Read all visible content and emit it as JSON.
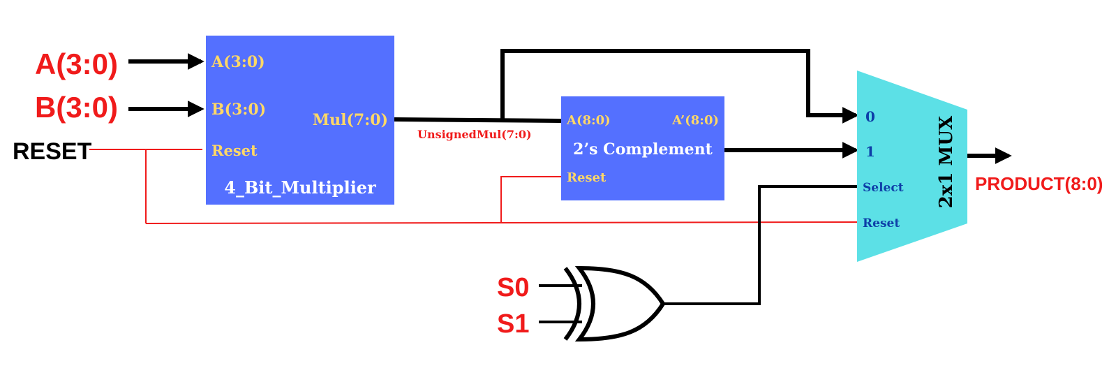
{
  "colors": {
    "block_fill": "#5470ff",
    "mux_fill": "#5ce0e6",
    "port_label": "#ffd866",
    "block_title": "#ffffff",
    "mux_label": "#0e3fa8",
    "external_label": "#f01b1b",
    "reset_wire": "#f01b1b",
    "data_wire": "#000000"
  },
  "inputs": {
    "a": "A(3:0)",
    "b": "B(3:0)",
    "reset": "RESET",
    "s0": "S0",
    "s1": "S1"
  },
  "output": {
    "product": "PRODUCT(8:0)"
  },
  "multiplier": {
    "title": "4_Bit_Multiplier",
    "port_a": "A(3:0)",
    "port_b": "B(3:0)",
    "port_reset": "Reset",
    "port_out": "Mul(7:0)"
  },
  "wire_label": "UnsignedMul(7:0)",
  "complement": {
    "title": "2’s Complement",
    "port_in": "A(8:0)",
    "port_out": "A’(8:0)",
    "port_reset": "Reset"
  },
  "mux": {
    "title": "2x1 MUX",
    "port_0": "0",
    "port_1": "1",
    "port_select": "Select",
    "port_reset": "Reset"
  },
  "gate": {
    "type": "XOR",
    "icon": "xor-gate-icon"
  }
}
